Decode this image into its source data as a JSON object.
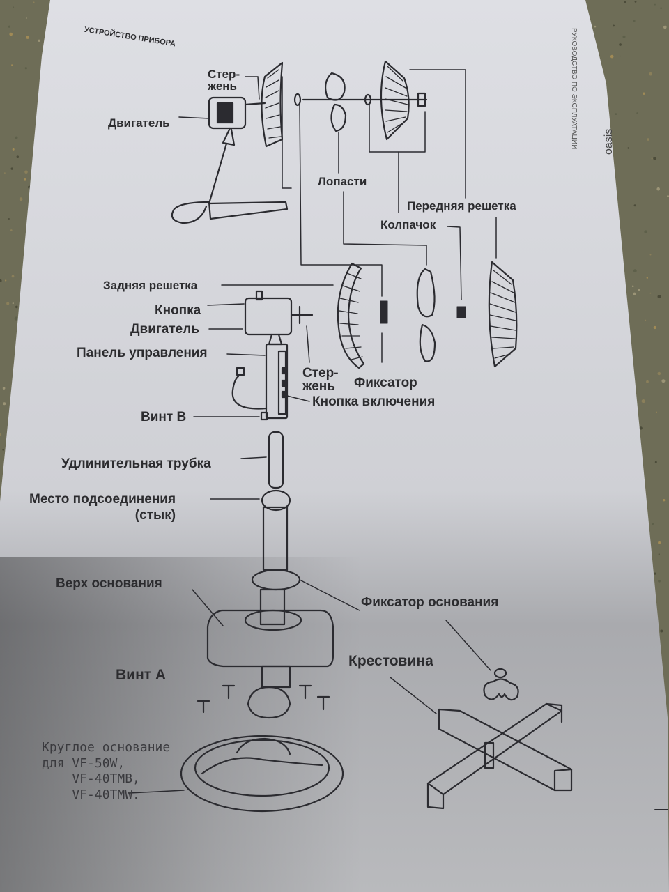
{
  "header": {
    "section_title": "УСТРОЙСТВО ПРИБОРА",
    "side_note": "РУКОВОДСТВО ПО ЭКСПЛУАТАЦИИ",
    "brand": "oasis"
  },
  "top_diagram": {
    "rod": "Стер-\nжень",
    "motor": "Двигатель",
    "blades": "Лопасти",
    "front_grille": "Передняя решетка",
    "cap": "Колпачок"
  },
  "mid_diagram": {
    "rear_grille": "Задняя решетка",
    "button": "Кнопка",
    "motor": "Двигатель",
    "control_panel": "Панель управления",
    "rod": "Стер-\nжень",
    "clamp": "Фиксатор",
    "power_button": "Кнопка включения",
    "screw_b": "Винт B"
  },
  "stand_diagram": {
    "extension_tube": "Удлинительная трубка",
    "joint": "Место подсоединения\n(стык)",
    "base_top": "Верх основания",
    "base_clamp": "Фиксатор основания",
    "cross_base": "Крестовина",
    "screw_a": "Винт А",
    "round_base": "Круглое основание\nдля VF-50W,\n    VF-40TMB,\n    VF-40TMW."
  }
}
